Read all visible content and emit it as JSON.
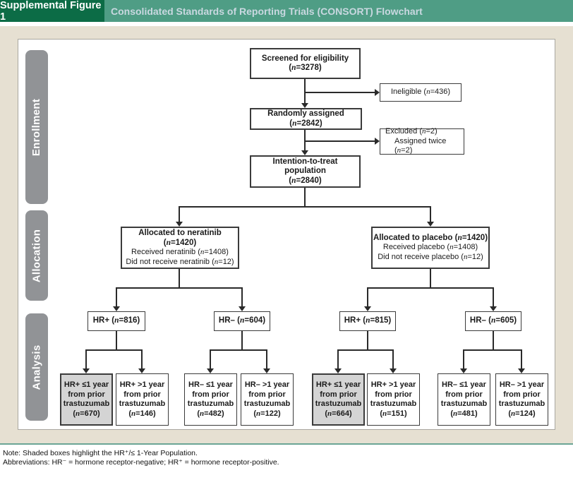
{
  "header": {
    "figure_label": "Supplemental Figure 1",
    "title": "Consolidated Standards of Reporting Trials (CONSORT) Flowchart"
  },
  "stages": {
    "enrollment": "Enrollment",
    "allocation": "Allocation",
    "analysis": "Analysis"
  },
  "flow": {
    "screened": {
      "label": "Screened for eligibility",
      "n": "3278"
    },
    "ineligible": {
      "label": "Ineligible",
      "n": "436"
    },
    "randomized": {
      "label": "Randomly assigned",
      "n": "2842"
    },
    "excluded": {
      "label": "Excluded",
      "n": "2",
      "sub_label": "Assigned twice",
      "sub_n": "2"
    },
    "itt": {
      "label": "Intention-to-treat population",
      "n": "2840"
    },
    "alloc_neratinib": {
      "label": "Allocated to neratinib",
      "n": "1420",
      "received_label": "Received neratinib",
      "received_n": "1408",
      "not_received_label": "Did not receive neratinib",
      "not_received_n": "12"
    },
    "alloc_placebo": {
      "label": "Allocated to placebo",
      "n": "1420",
      "received_label": "Received placebo",
      "received_n": "1408",
      "not_received_label": "Did not receive placebo",
      "not_received_n": "12"
    },
    "hr_groups": [
      {
        "label": "HR+",
        "n": "816"
      },
      {
        "label": "HR–",
        "n": "604"
      },
      {
        "label": "HR+",
        "n": "815"
      },
      {
        "label": "HR–",
        "n": "605"
      }
    ],
    "analysis_groups": [
      {
        "line1": "HR+ ≤1 year",
        "line2": "from prior",
        "line3": "trastuzumab",
        "n": "670",
        "shaded": true
      },
      {
        "line1": "HR+ >1 year",
        "line2": "from prior",
        "line3": "trastuzumab",
        "n": "146",
        "shaded": false
      },
      {
        "line1": "HR– ≤1 year",
        "line2": "from prior",
        "line3": "trastuzumab",
        "n": "482",
        "shaded": false
      },
      {
        "line1": "HR– >1 year",
        "line2": "from prior",
        "line3": "trastuzumab",
        "n": "122",
        "shaded": false
      },
      {
        "line1": "HR+ ≤1 year",
        "line2": "from prior",
        "line3": "trastuzumab",
        "n": "664",
        "shaded": true
      },
      {
        "line1": "HR+ >1 year",
        "line2": "from prior",
        "line3": "trastuzumab",
        "n": "151",
        "shaded": false
      },
      {
        "line1": "HR– ≤1 year",
        "line2": "from prior",
        "line3": "trastuzumab",
        "n": "481",
        "shaded": false
      },
      {
        "line1": "HR– >1 year",
        "line2": "from prior",
        "line3": "trastuzumab",
        "n": "124",
        "shaded": false
      }
    ]
  },
  "notes": {
    "note": "Note: Shaded boxes highlight the HR⁺/≤ 1-Year Population.",
    "abbreviations": "Abbreviations: HR⁻ = hormone receptor-negative; HR⁺ = hormone receptor-positive."
  },
  "colors": {
    "header_left_bg": "#0c6c46",
    "header_right_bg": "#4f9d85",
    "header_title_text": "#c9d8e0",
    "canvas_beige": "#e6e0d2",
    "bottom_rule_teal": "#6ba595",
    "stage_tab_gray": "#919396",
    "shaded_box_fill": "#d4d4d4",
    "box_border": "#3b3b3b"
  }
}
